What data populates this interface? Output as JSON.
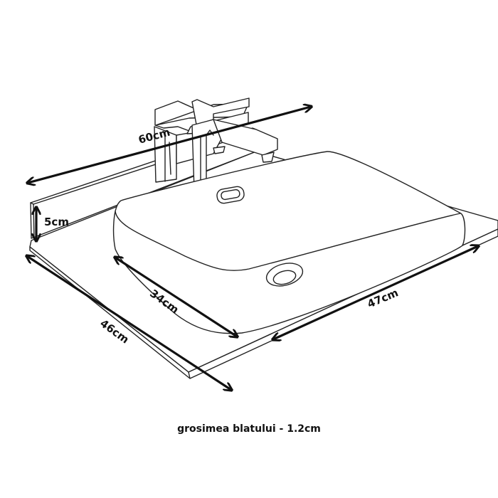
{
  "dimensions": {
    "width": "60cm",
    "depth": "46cm",
    "backsplash_height": "5cm",
    "basin_depth": "34cm",
    "basin_width": "47cm"
  },
  "caption": "grosimea blatului - 1.2cm",
  "colors": {
    "line": "#222222",
    "background": "#ffffff"
  }
}
